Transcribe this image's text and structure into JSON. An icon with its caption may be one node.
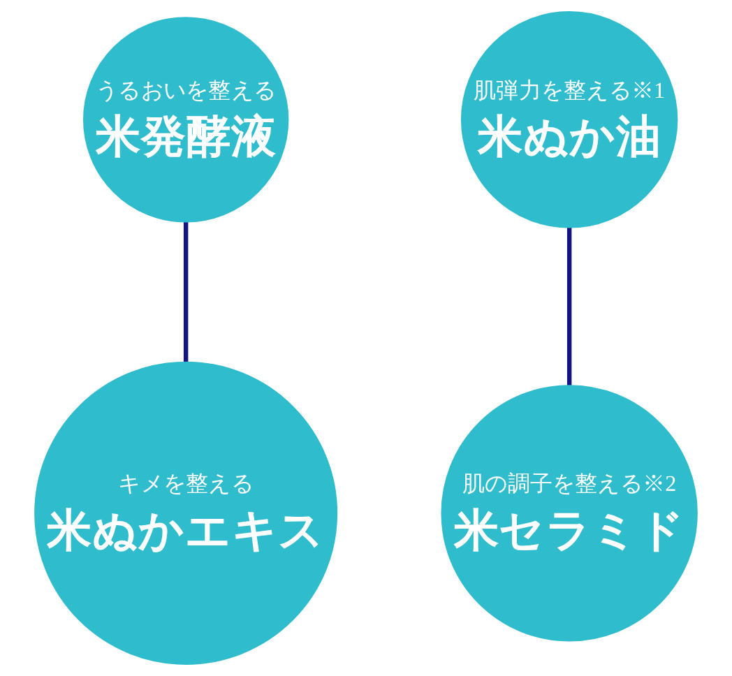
{
  "diagram": {
    "nodes": [
      {
        "text": [
          "うるおいを整える",
          "米発酵液"
        ]
      },
      {
        "text": [
          "肌弾力を整える※1",
          "米ぬか油"
        ]
      },
      {
        "text": [
          "肌の調子を整える※2",
          "米セラミド"
        ]
      },
      {
        "text": [
          "キメを整える",
          "米ぬかエキス"
        ]
      }
    ],
    "edges": [
      {
        "from": 0,
        "to": 3,
        "arrow": "none"
      },
      {
        "from": 1,
        "to": 2,
        "arrow": "none"
      }
    ]
  }
}
